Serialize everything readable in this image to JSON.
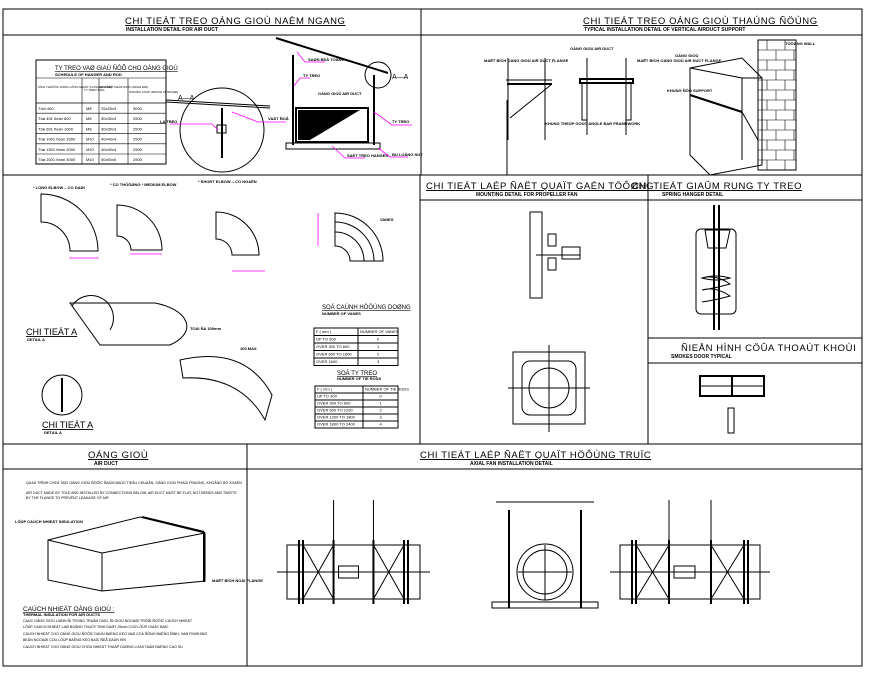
{
  "sections": {
    "horizontal_duct": {
      "title": "CHI TIEÁT TREO OÁNG GIOÙ NAÈM NGANG",
      "subtitle": "INSTALLATION DETAIL FOR AIR DUCT",
      "section_mark": "A—A",
      "labels": [
        "SAØN BEÂ TOÂNG",
        "TY TREO",
        "OÁNG GIOÙ AIR DUCT",
        "TY TREO",
        "SAÉT TREO HANGER",
        "BU LOÂNG NUT",
        "VAÄT ÑOÃ",
        "LA TREO"
      ],
      "schedule": {
        "title": "TY TREO VAØ GIAÙ ÑÔÕ CHO OÁNG GIOÙ",
        "subtitle": "SCHEDULE OF HANGER AND ROD",
        "headers": [
          "KÍCH THÖÔÙC OÁNG LÔÙN NHAÁT (LONGER SIDE)",
          "TY TREO ROD",
          "GIAÙ ÑÔÕ THEÙP GOÙC (ANGLE BAR)",
          "KHOAÛNG CAÙCH (SPACING OF HANGER)"
        ],
        "rows": [
          [
            "Tôùi 400",
            "M8",
            "25x25x3",
            "3000"
          ],
          [
            "Töø 401 ñeán 600",
            "M8",
            "30x30x3",
            "2500"
          ],
          [
            "Töø 601 ñeán 1000",
            "M8",
            "30x30x3",
            "2500"
          ],
          [
            "Töø 1001 ñeán 1500",
            "M10",
            "40x40x4",
            "2500"
          ],
          [
            "Töø 1501 ñeán 2000",
            "M10",
            "40x40x4",
            "2500"
          ],
          [
            "Töø 2001 ñeán 3000",
            "M10",
            "50x50x5",
            "2500"
          ]
        ]
      }
    },
    "vertical_duct": {
      "title": "CHI TIEÁT TREO OÁNG GIOÙ THAÚNG ÑÖÙNG",
      "subtitle": "TYPICAL INSTALLATION DETAIL OF VERTICAL AIRDUCT SUPPORT",
      "labels": [
        "MAËT BÍCH OÁNG GIOÙ AIR DUCT FLANGE",
        "OÁNG GIOÙ AIR DUCT",
        "MAËT BÍCH OÁNG GIOÙ AIR DUCT FLANGE",
        "KHUNG THEÙP GOÙC ANGLE BAR FRAMEWORK",
        "OÁNG GIOÙ",
        "KHUNG ÑÔÕ SUPPORT",
        "TÖÔØNG WALL"
      ]
    },
    "elbows": {
      "labels": [
        "* LONG ELBOW – CO DAØI",
        "* CO THÖÔØNG * MEDIUM ELBOW",
        "* SHORT ELBOW – CO NGAÉN",
        "VANES",
        "CHI TIEÁT A",
        "DETAIL A",
        "CHI TIEÁT A",
        "DETAIL A",
        "TOÁI ÑA 100mm",
        "100 MAX"
      ],
      "vanes_table": {
        "title": "SOÁ CAÙNH HÖÔÙNG DOØNG",
        "subtitle": "NUMBER OF VANES",
        "headers": [
          "F ( mm )",
          "NUMBER OF VANES"
        ],
        "rows": [
          [
            "UP TO 300",
            "0"
          ],
          [
            "OVER 300 TO 600",
            "1"
          ],
          [
            "OVER 600 TO 1600",
            "2"
          ],
          [
            "OVER 1600",
            "3"
          ]
        ]
      },
      "rods_table": {
        "title": "SOÁ TY TREO",
        "subtitle": "NUMBER OF TIE RODS",
        "headers": [
          "F ( mm )",
          "NUMBER OF TIE RODS"
        ],
        "rows": [
          [
            "UP TO 300",
            "0"
          ],
          [
            "OVER 300 TO 600",
            "1"
          ],
          [
            "OVER 600 TO 1200",
            "2"
          ],
          [
            "OVER 1200 TO 1800",
            "3"
          ],
          [
            "OVER 1800 TO 2400",
            "4"
          ]
        ]
      }
    },
    "propeller_fan": {
      "title": "CHI TIEÁT LAÉP ÑAËT QUAÏT GAÉN TÖÔØNG",
      "subtitle": "MOUNTING DETAIL FOR PROPELLER FAN"
    },
    "spring_hanger": {
      "title": "CHI TIEÁT GIAÛM RUNG TY TREO",
      "subtitle": "SPRING HANGER DETAIL"
    },
    "smoke_door": {
      "title": "ÑIEÅN HÌNH CÖÛA THOAÙT KHOÙI",
      "subtitle": "SMOKES DOOR TYPICAL"
    },
    "air_duct": {
      "title": "OÁNG GIOÙ",
      "subtitle": "AIR DUCT",
      "notes": [
        "QUAÙ TRÌNH CHEÁ TAÏO OÁNG GIOÙ ÑÖÔÏC ÑAÛM BAÛO TIEÂU CHUAÅN, OÁNG GIOÙ PHAÛI PHAÚNG, KHOÂNG BÒ XOAÉN",
        "AIR DUCT MADE BY TOLE AND INSTALLED BY CONNECTIONS BELOW, AIR DUCT MUST BE FLAT, NOT BENDS AND TWISTS",
        "BY THE FLANGE TO PREVENT LEAKAGE OF AIR"
      ],
      "insulation_title": "CAÙCH NHIEÄT OÁNG GIOÙ :",
      "insulation_subtitle": "THERMAL INSULATION FOR AIR DUCTS",
      "insulation_notes": [
        "CAÙC OÁNG GIOÙ LAÏNH ÑI TRONG TRAÀN GIAÛ, ÑI GIOÙ NGOAØI TRÔØI ÑÖÔÏC CAÙCH NHIEÄT",
        "LÔÙP CAÙCH NHIEÄT LAØ BOÂNG THUÛY TINH DAØY 25mm COÙ LÔÙP GIAÁY BAÏC",
        "CAÙCH NHIEÄT CHO OÁNG GIOÙ ÑÖÔÏC DAÙN BAÈNG KEO VAØ COÁ ÑÒNH BAÈNG ÑINH, VAØ FINISHING",
        "BEÂN NGOAØI COÙ LÔÙP BAÊNG KEO BAÏC ÑEÅ DAÙN KÍN",
        "CAÙCH NHIEÄT CHO OÁNG GIOÙ CHÒU NHIEÄT THAÁP DUØNG LOAÏI TAÁM BAÈNG CAO SU"
      ],
      "labels": [
        "LÔÙP CAÙCH NHIEÄT INSULATION",
        "MAËT BÍCH NOÁI FLANGE"
      ]
    },
    "axial_fan": {
      "title": "CHI TIEÁT LAÉP ÑAËT QUAÏT HÖÔÙNG TRUÏC",
      "subtitle": "AXIAL FAN INSTALLATION DETAIL"
    }
  },
  "colors": {
    "line": "#000000",
    "leader": "#ff00ff",
    "dimension": "#ffff00"
  }
}
